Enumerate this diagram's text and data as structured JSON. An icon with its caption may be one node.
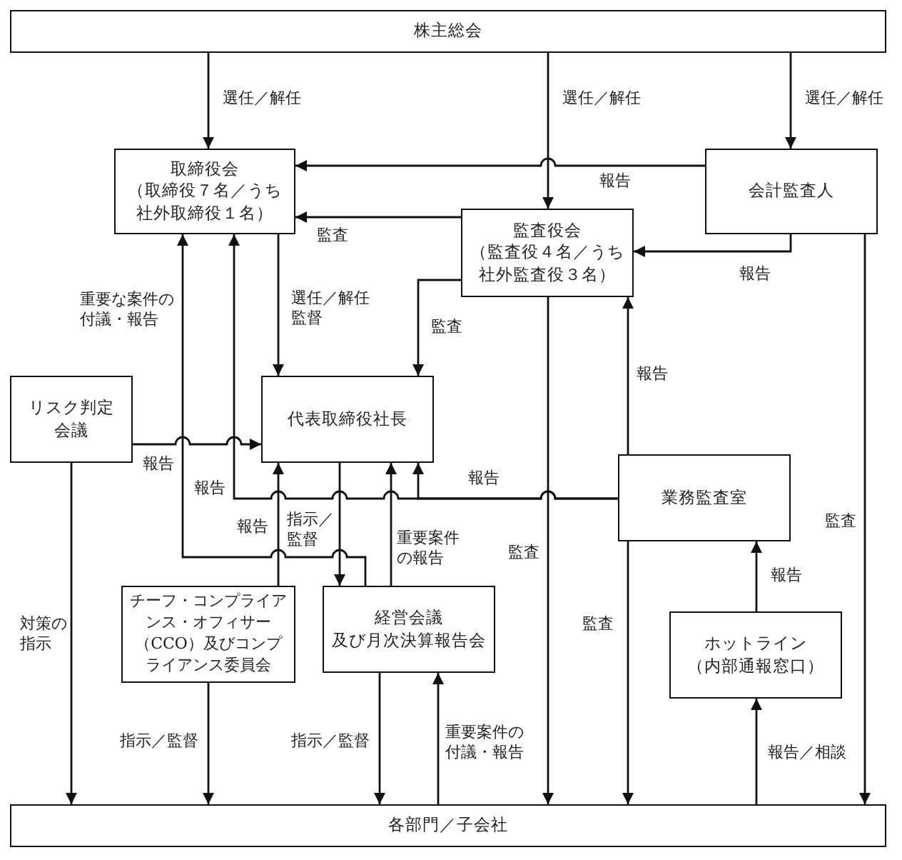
{
  "diagram": {
    "nodes": [
      {
        "text": [
          "株主総会"
        ]
      },
      {
        "text": [
          "取締役会",
          "（取締役７名／うち社外取締役１名）"
        ]
      },
      {
        "text": [
          "会計監査人"
        ]
      },
      {
        "text": [
          "監査役会",
          "（監査役４名／うち社外監査役３名）"
        ]
      },
      {
        "text": [
          "リスク判定会議"
        ]
      },
      {
        "text": [
          "代表取締役社長"
        ]
      },
      {
        "text": [
          "業務監査室"
        ]
      },
      {
        "text": [
          "チーフ・コンプライアンス・オフィサー（CCO）及びコンプライアンス委員会"
        ]
      },
      {
        "text": [
          "経営会議",
          "及び月次決算報告会"
        ]
      },
      {
        "text": [
          "ホットライン",
          "（内部通報窓口）"
        ]
      },
      {
        "text": [
          "各部門／子会社"
        ]
      }
    ],
    "edges": [
      {
        "from": 0,
        "to": 1,
        "arrow": "to",
        "label": "選任／解任"
      },
      {
        "from": 0,
        "to": 3,
        "arrow": "to",
        "label": "選任／解任"
      },
      {
        "from": 0,
        "to": 2,
        "arrow": "to",
        "label": "選任／解任"
      },
      {
        "from": 2,
        "to": 1,
        "arrow": "to",
        "label": "報告"
      },
      {
        "from": 3,
        "to": 1,
        "arrow": "to",
        "label": "監査"
      },
      {
        "from": 2,
        "to": 3,
        "arrow": "to",
        "label": "報告"
      },
      {
        "from": 1,
        "to": 5,
        "arrow": "to",
        "label": "選任／解任監督"
      },
      {
        "from": 3,
        "to": 5,
        "arrow": "to",
        "label": "監査"
      },
      {
        "from": 4,
        "to": 5,
        "arrow": "to",
        "label": "報告"
      },
      {
        "from": 8,
        "to": 1,
        "arrow": "to",
        "label": "重要な案件の付議・報告"
      },
      {
        "from": 6,
        "to": 1,
        "arrow": "to",
        "label": "報告"
      },
      {
        "from": 6,
        "to": 5,
        "arrow": "to",
        "label": "報告"
      },
      {
        "from": 7,
        "to": 5,
        "arrow": "to",
        "label": "報告"
      },
      {
        "from": 5,
        "to": 8,
        "arrow": "to",
        "label": "指示／監督"
      },
      {
        "from": 8,
        "to": 5,
        "arrow": "to",
        "label": "重要案件の報告"
      },
      {
        "from": 3,
        "to": 10,
        "arrow": "to",
        "label": "監査"
      },
      {
        "from": 6,
        "to": 3,
        "arrow": "to",
        "label": "報告"
      },
      {
        "from": 6,
        "to": 10,
        "arrow": "to",
        "label": "監査"
      },
      {
        "from": 9,
        "to": 6,
        "arrow": "to",
        "label": "報告"
      },
      {
        "from": 10,
        "to": 9,
        "arrow": "to",
        "label": "報告／相談"
      },
      {
        "from": 2,
        "to": 10,
        "arrow": "to",
        "label": "監査"
      },
      {
        "from": 4,
        "to": 10,
        "arrow": "to",
        "label": "対策の指示"
      },
      {
        "from": 7,
        "to": 10,
        "arrow": "to",
        "label": "指示／監督"
      },
      {
        "from": 8,
        "to": 10,
        "arrow": "to",
        "label": "指示／監督"
      },
      {
        "from": 10,
        "to": 8,
        "arrow": "to",
        "label": "重要案件の付議・報告"
      }
    ]
  }
}
